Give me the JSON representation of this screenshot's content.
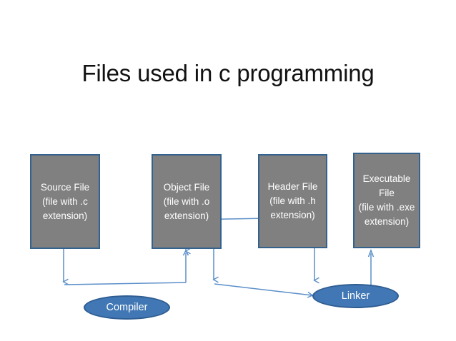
{
  "slide": {
    "title": "Files used in c programming",
    "background_color": "#ffffff"
  },
  "theme": {
    "box_fill": "#808080",
    "box_border": "#33628f",
    "box_text": "#ffffff",
    "ellipse_fill": "#4077b4",
    "ellipse_border": "#2f5d92",
    "ellipse_text": "#ffffff",
    "connector_color": "#5b8fc9",
    "title_color": "#111111"
  },
  "boxes": [
    {
      "id": "source",
      "label": "Source File\n(file with .c\nextension)"
    },
    {
      "id": "object",
      "label": "Object File\n(file with .o\nextension)"
    },
    {
      "id": "header",
      "label": "Header File\n(file with .h\nextension)"
    },
    {
      "id": "executable",
      "label": "Executable File\n(file with .exe\nextension)"
    }
  ],
  "ellipses": [
    {
      "id": "compiler",
      "label": "Compiler"
    },
    {
      "id": "linker",
      "label": "Linker"
    }
  ],
  "connectors": [
    {
      "id": "source-to-compiler",
      "from": "Source File",
      "to": "Compiler"
    },
    {
      "id": "compiler-to-object",
      "from": "Compiler",
      "to": "Object File"
    },
    {
      "id": "object-to-linker",
      "from": "Object File",
      "to": "Linker"
    },
    {
      "id": "header-to-linker",
      "from": "Header File",
      "to": "Linker"
    },
    {
      "id": "linker-to-executable",
      "from": "Linker",
      "to": "Executable File"
    }
  ]
}
